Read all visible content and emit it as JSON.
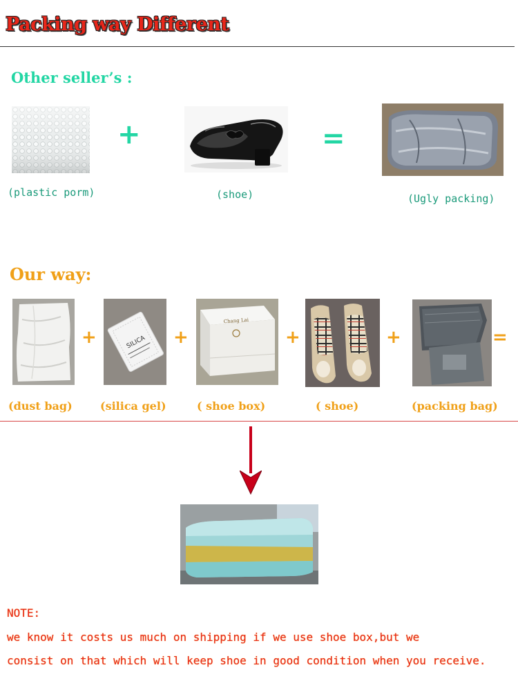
{
  "header": {
    "title": "Packing way Different"
  },
  "other_sellers": {
    "heading": "Other seller’s :",
    "items": [
      {
        "caption": "(plastic porm)",
        "icon": "bubble-wrap-photo"
      },
      {
        "caption": "(shoe)",
        "icon": "black-shoe-photo"
      },
      {
        "caption": "(Ugly packing)",
        "icon": "wrapped-package-photo"
      }
    ],
    "plus": "+",
    "equals": "="
  },
  "our_way": {
    "heading": "Our way:",
    "items": [
      {
        "caption": "(dust bag)",
        "icon": "dust-bag-photo"
      },
      {
        "caption": "(silica gel)",
        "icon": "silica-gel-photo"
      },
      {
        "caption": "( shoe box)",
        "icon": "shoe-box-photo"
      },
      {
        "caption": "( shoe)",
        "icon": "plaid-shoes-photo"
      },
      {
        "caption": "(packing bag)",
        "icon": "packing-bags-photo"
      }
    ],
    "plus": "+",
    "equals": "=",
    "box_label": "Chang Lai",
    "silica_label": "SILICA"
  },
  "note": {
    "heading": "NOTE:",
    "line1": "we know it costs us much on shipping if we use shoe box,but we",
    "line2": "consist on that which will keep shoe in good condition when you receive."
  },
  "colors": {
    "title_red": "#e8261a",
    "teal": "#23d6a4",
    "orange": "#f0a018",
    "arrow_red": "#c8001a"
  }
}
